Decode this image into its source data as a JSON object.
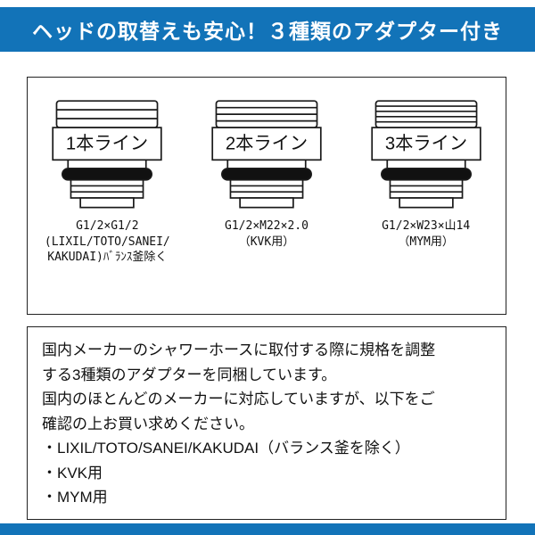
{
  "banner": {
    "title": "ヘッドの取替えも安心！３種類のアダプター付き"
  },
  "adapters": {
    "items": [
      {
        "label": "1本ライン",
        "caption_lines": [
          "G1/2×G1/2",
          "(LIXIL/TOTO/SANEI/",
          "KAKUDAI)ﾊﾞﾗﾝｽ釜除く"
        ]
      },
      {
        "label": "2本ライン",
        "caption_lines": [
          "G1/2×M22×2.0",
          "（KVK用）",
          ""
        ]
      },
      {
        "label": "3本ライン",
        "caption_lines": [
          "G1/2×W23×山14",
          "（MYM用）",
          ""
        ]
      }
    ]
  },
  "description": {
    "lines": [
      "国内メーカーのシャワーホースに取付する際に規格を調整",
      "する3種類のアダプターを同梱しています。",
      "国内のほとんどのメーカーに対応していますが、以下をご",
      "確認の上お買い求めください。",
      "・LIXIL/TOTO/SANEI/KAKUDAI（バランス釜を除く）",
      "・KVK用",
      "・MYM用"
    ]
  },
  "colors": {
    "banner_bg": "#1273b8",
    "bottom_bar_bg": "#1273b8"
  }
}
